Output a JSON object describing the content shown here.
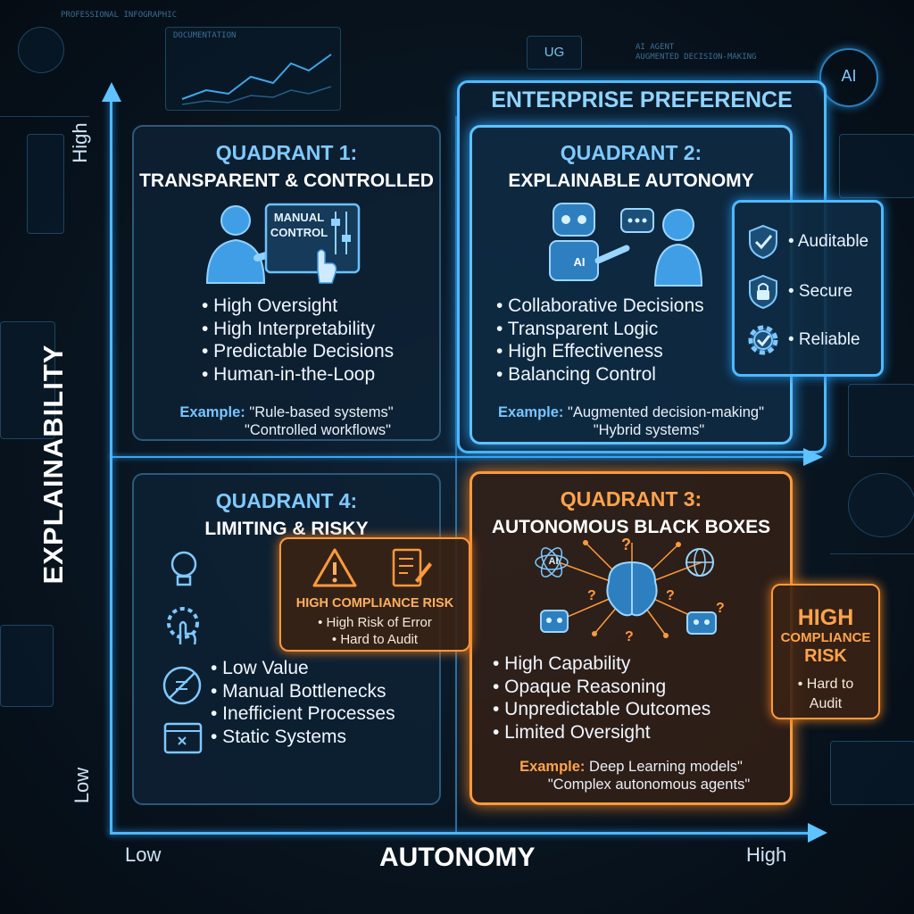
{
  "header": {
    "top_left_text": "PROFESSIONAL INFOGRAPHIC",
    "top_chart_label": "DOCUMENTATION",
    "top_badge": "UG",
    "top_right_line1": "AI AGENT",
    "top_right_line2": "AUGMENTED DECISION-MAKING",
    "ai_badge": "AI"
  },
  "axes": {
    "y_label": "EXPLAINABILITY",
    "y_high": "High",
    "y_low": "Low",
    "x_label": "AUTONOMY",
    "x_low": "Low",
    "x_high": "High"
  },
  "enterprise_preference": {
    "title": "ENTERPRISE PREFERENCE"
  },
  "quadrant1": {
    "title_line1": "QUADRANT 1:",
    "title_line2": "TRANSPARENT & CONTROLLED",
    "panel_text_line1": "MANUAL",
    "panel_text_line2": "CONTROL",
    "bullets": [
      "• High Oversight",
      "• High Interpretability",
      "• Predictable Decisions",
      "• Human-in-the-Loop"
    ],
    "example_label": "Example:",
    "example_line1": "\"Rule-based systems\"",
    "example_line2": "\"Controlled workflows\""
  },
  "quadrant2": {
    "title_line1": "QUADRANT 2:",
    "title_line2": "EXPLAINABLE AUTONOMY",
    "robot_label": "AI",
    "bullets": [
      "• Collaborative Decisions",
      "• Transparent Logic",
      "• High Effectiveness",
      "• Balancing Control"
    ],
    "example_label": "Example:",
    "example_line1": "\"Augmented decision-making\"",
    "example_line2": "\"Hybrid systems\""
  },
  "trust_card": {
    "items": [
      "• Auditable",
      "• Secure",
      "• Reliable"
    ],
    "icons": [
      "shield-check-icon",
      "lock-shield-icon",
      "gear-check-icon"
    ]
  },
  "quadrant3": {
    "title_line1": "QUADRANT 3:",
    "title_line2": "AUTONOMOUS BLACK BOXES",
    "atom_label": "AI",
    "bullets": [
      "• High Capability",
      "• Opaque Reasoning",
      "• Unpredictable Outcomes",
      "• Limited Oversight"
    ],
    "example_label": "Example:",
    "example_line1": "Deep Learning models\"",
    "example_line2": "\"Complex autonomous agents\""
  },
  "quadrant4": {
    "title_line1": "QUADRANT 4:",
    "title_line2": "LIMITING & RISKY",
    "bullets": [
      "• Low Value",
      "• Manual Bottlenecks",
      "• Inefficient Processes",
      "• Static Systems"
    ]
  },
  "risk_mid": {
    "title": "HIGH COMPLIANCE RISK",
    "line1": "• High Risk of Error",
    "line2": "• Hard to Audit"
  },
  "risk_right": {
    "word1": "HIGH",
    "word2": "COMPLIANCE",
    "word3": "RISK",
    "line1": "• Hard to",
    "line2": "Audit"
  },
  "colors": {
    "blue_accent": "#4fb9ff",
    "orange_accent": "#ff9a3c",
    "background": "#08141f"
  }
}
